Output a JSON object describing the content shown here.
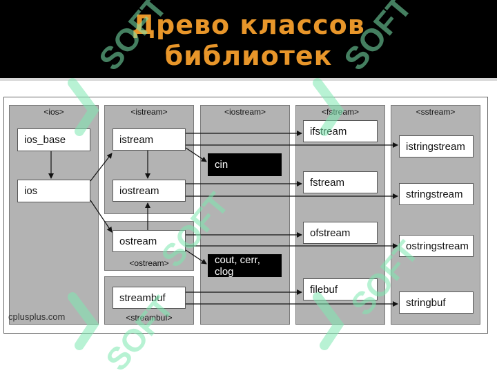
{
  "slide": {
    "title_line1": "Древо классов",
    "title_line2": "библиотек",
    "title_color": "#e8962a"
  },
  "diagram": {
    "columns": {
      "ios": "<ios>",
      "istream": "<istream>",
      "ostream": "<ostream>",
      "streambuf": "<streambuf>",
      "iostream": "<iostream>",
      "fstream": "<fstream>",
      "sstream": "<sstream>"
    },
    "boxes": {
      "ios_base": "ios_base",
      "ios": "ios",
      "istream": "istream",
      "iostream": "iostream",
      "ostream": "ostream",
      "streambuf": "streambuf",
      "cin": "cin",
      "cout": "cout, cerr, clog",
      "ifstream": "ifstream",
      "fstream": "fstream",
      "ofstream": "ofstream",
      "filebuf": "filebuf",
      "istringstream": "istringstream",
      "stringstream": "stringstream",
      "ostringstream": "ostringstream",
      "stringbuf": "stringbuf"
    },
    "credit": "cplusplus.com"
  },
  "watermark": {
    "text": "SOFT",
    "color": "#7de8b0"
  }
}
